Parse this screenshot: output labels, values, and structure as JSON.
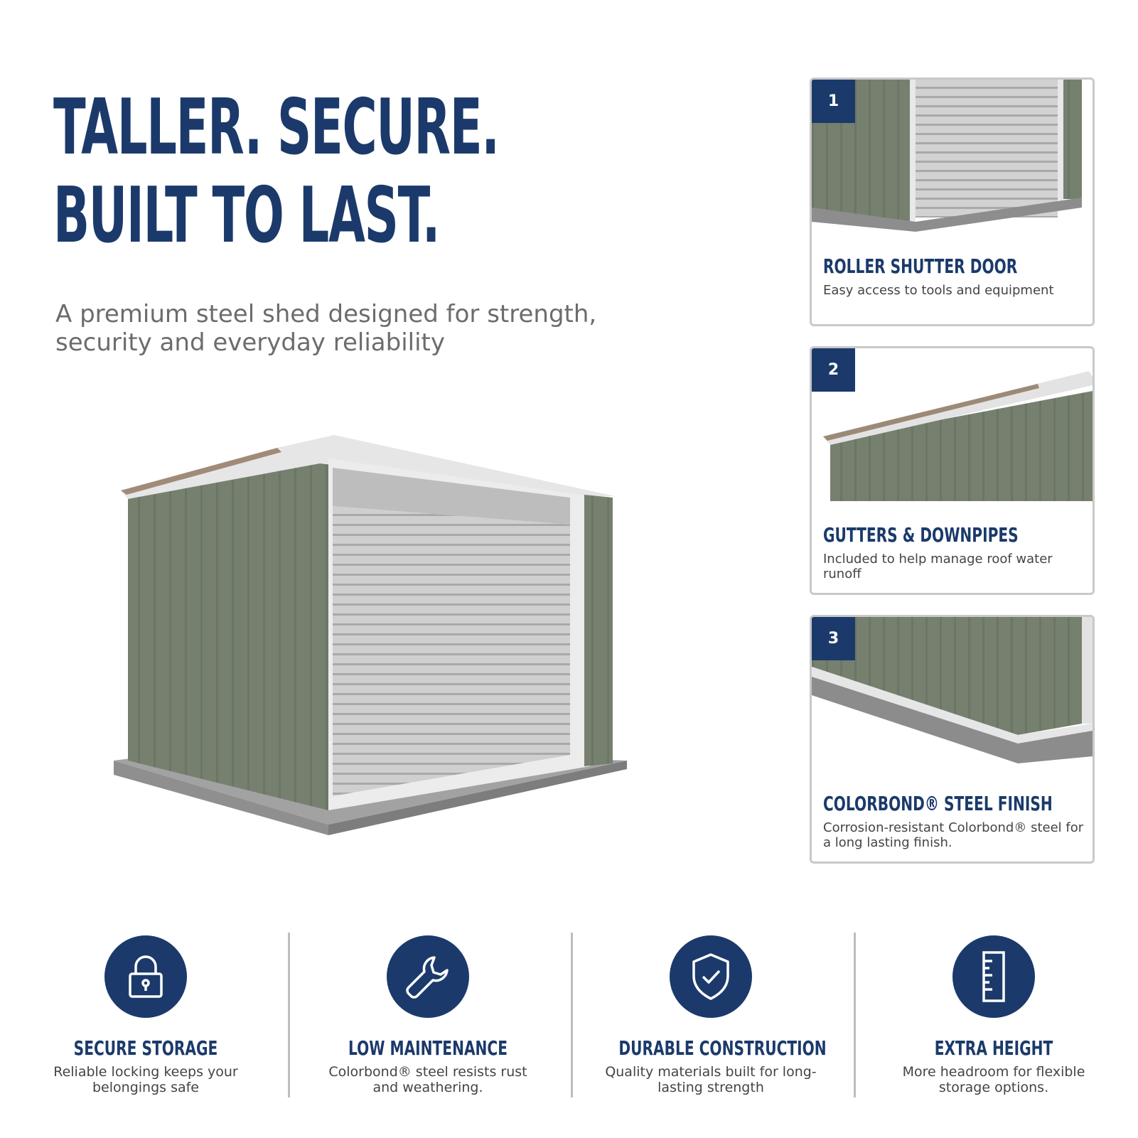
{
  "headline": {
    "line1": "TALLER. SECURE.",
    "line2": "BUILT TO LAST."
  },
  "subtitle": {
    "line1": "A premium steel shed designed for strength,",
    "line2": "security and everyday reliability"
  },
  "cards": [
    {
      "number": "1",
      "title": "ROLLER SHUTTER DOOR",
      "desc": "Easy access to tools and equipment"
    },
    {
      "number": "2",
      "title": "GUTTERS & DOWNPIPES",
      "desc": "Included to help manage roof water runoff"
    },
    {
      "number": "3",
      "title": "COLORBOND® STEEL FINISH",
      "desc": "Corrosion-resistant Colorbond® steel for a long lasting finish."
    }
  ],
  "features": [
    {
      "icon": "padlock-icon",
      "title": "SECURE STORAGE",
      "desc": "Reliable locking keeps your belongings safe"
    },
    {
      "icon": "wrench-icon",
      "title": "LOW MAINTENANCE",
      "desc": "Colorbond® steel resists rust and weathering."
    },
    {
      "icon": "shield-check-icon",
      "title": "DURABLE CONSTRUCTION",
      "desc": "Quality materials built for long-lasting strength"
    },
    {
      "icon": "ruler-icon",
      "title": "EXTRA HEIGHT",
      "desc": "More headroom for flexible storage options."
    }
  ],
  "colors": {
    "brand_navy": "#1b3a6b",
    "shed_green": "#76806f",
    "door_grey": "#c4c4c4",
    "concrete": "#8a8a8a"
  }
}
